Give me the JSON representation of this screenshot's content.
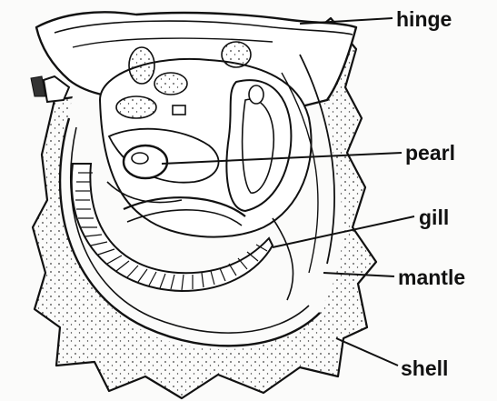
{
  "labels": {
    "hinge": "hinge",
    "pearl": "pearl",
    "gill": "gill",
    "mantle": "mantle",
    "shell": "shell"
  },
  "colors": {
    "ink": "#111111",
    "paper": "#fbfbfa",
    "stipple": "#3a3a3a"
  }
}
